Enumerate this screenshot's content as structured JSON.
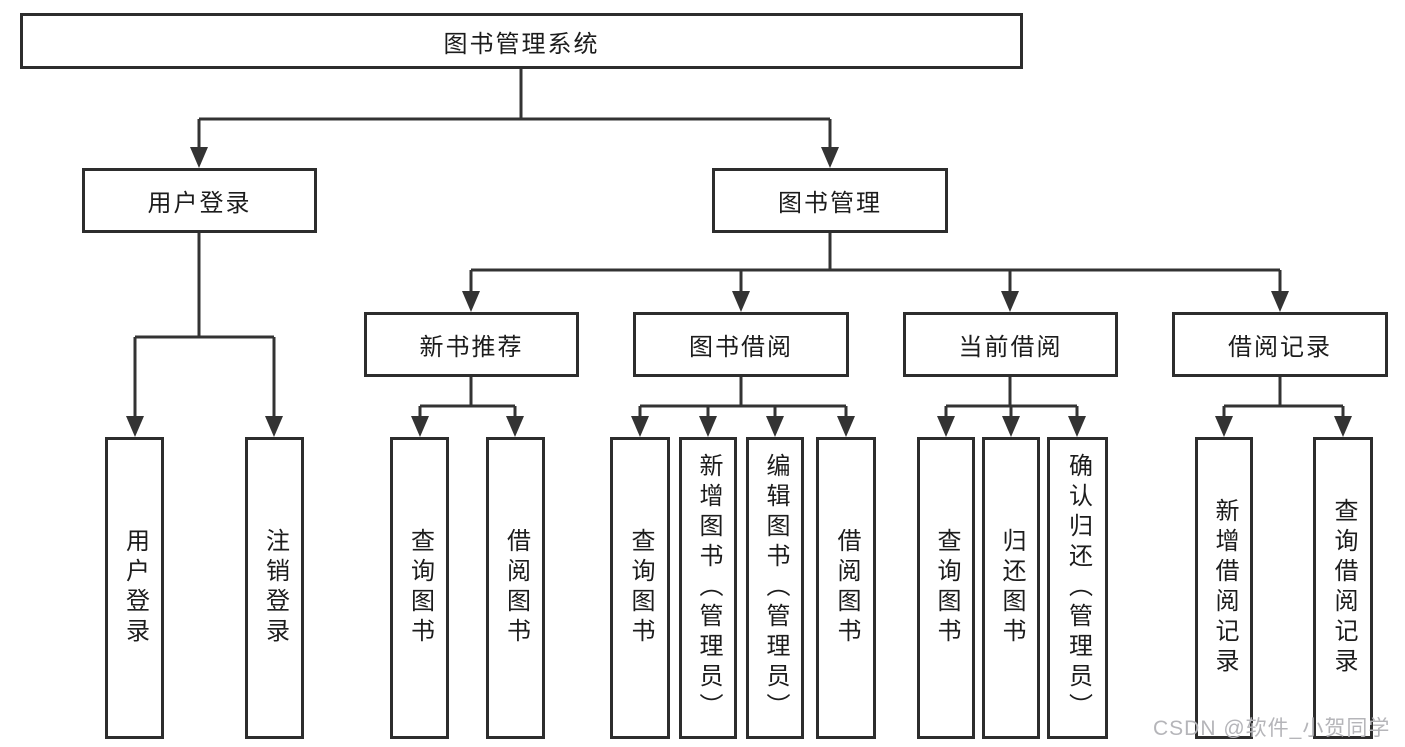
{
  "diagram": {
    "root": {
      "label": "图书管理系统"
    },
    "level2": [
      {
        "label": "用户登录"
      },
      {
        "label": "图书管理"
      }
    ],
    "login_children": [
      {
        "label": "用户登录"
      },
      {
        "label": "注销登录"
      }
    ],
    "mgmt_children": [
      {
        "label": "新书推荐",
        "children": [
          {
            "label": "查询图书"
          },
          {
            "label": "借阅图书"
          }
        ]
      },
      {
        "label": "图书借阅",
        "children": [
          {
            "label": "查询图书"
          },
          {
            "label": "新增图书（管理员）"
          },
          {
            "label": "编辑图书（管理员）"
          },
          {
            "label": "借阅图书"
          }
        ]
      },
      {
        "label": "当前借阅",
        "children": [
          {
            "label": "查询图书"
          },
          {
            "label": "归还图书"
          },
          {
            "label": "确认归还（管理员）"
          }
        ]
      },
      {
        "label": "借阅记录",
        "children": [
          {
            "label": "新增借阅记录"
          },
          {
            "label": "查询借阅记录"
          }
        ]
      }
    ]
  },
  "colors": {
    "line": "#333333",
    "box_border": "#2d2d2d",
    "text": "#1c1c1c",
    "background": "#ffffff",
    "watermark": "#b5b5b9"
  },
  "watermark": {
    "label": "CSDN @软件_小贺同学"
  }
}
